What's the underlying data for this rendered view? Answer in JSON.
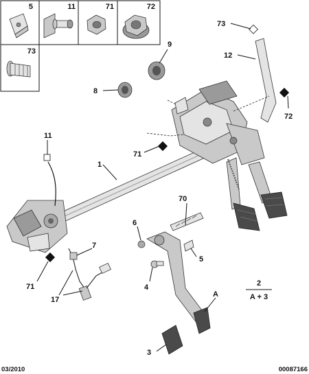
{
  "footer": {
    "date": "03/2010",
    "code": "00087166"
  },
  "inset_labels": {
    "cell_1": "5",
    "cell_2": "11",
    "cell_3": "71",
    "cell_4": "72",
    "cell_5": "73"
  },
  "callouts": {
    "c_73": "73",
    "c_12": "12",
    "c_72": "72",
    "c_9": "9",
    "c_8": "8",
    "c_11": "11",
    "c_71_top": "71",
    "c_1": "1",
    "c_70": "70",
    "c_6": "6",
    "c_7": "7",
    "c_5": "5",
    "c_4": "4",
    "c_71_bottom": "71",
    "c_17": "17",
    "c_A": "A",
    "c_3": "3"
  },
  "legend": {
    "top": "2",
    "bottom": "A + 3"
  }
}
